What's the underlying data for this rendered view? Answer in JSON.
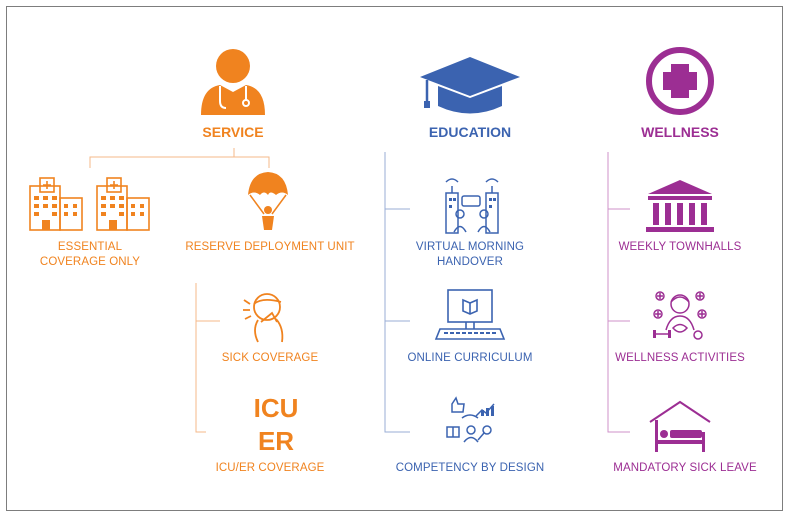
{
  "colors": {
    "service": "#f0831f",
    "education": "#3b63b0",
    "wellness": "#9c2e93"
  },
  "service": {
    "heading": "SERVICE",
    "icon": "doctor-icon",
    "items": {
      "essential": "ESSENTIAL\nCOVERAGE ONLY",
      "reserve": "RESERVE DEPLOYMENT UNIT",
      "sick": "SICK COVERAGE",
      "icu_er_text1": "ICU",
      "icu_er_text2": "ER",
      "icu_er": "ICU/ER COVERAGE"
    }
  },
  "education": {
    "heading": "EDUCATION",
    "icon": "graduation-cap-icon",
    "items": {
      "handover": "VIRTUAL MORNING\nHANDOVER",
      "curriculum": "ONLINE CURRICULUM",
      "competency": "COMPETENCY BY DESIGN"
    }
  },
  "wellness": {
    "heading": "WELLNESS",
    "icon": "medical-cross-icon",
    "items": {
      "townhalls": "WEEKLY TOWNHALLS",
      "activities": "WELLNESS ACTIVITIES",
      "sick_leave": "MANDATORY SICK LEAVE"
    }
  }
}
